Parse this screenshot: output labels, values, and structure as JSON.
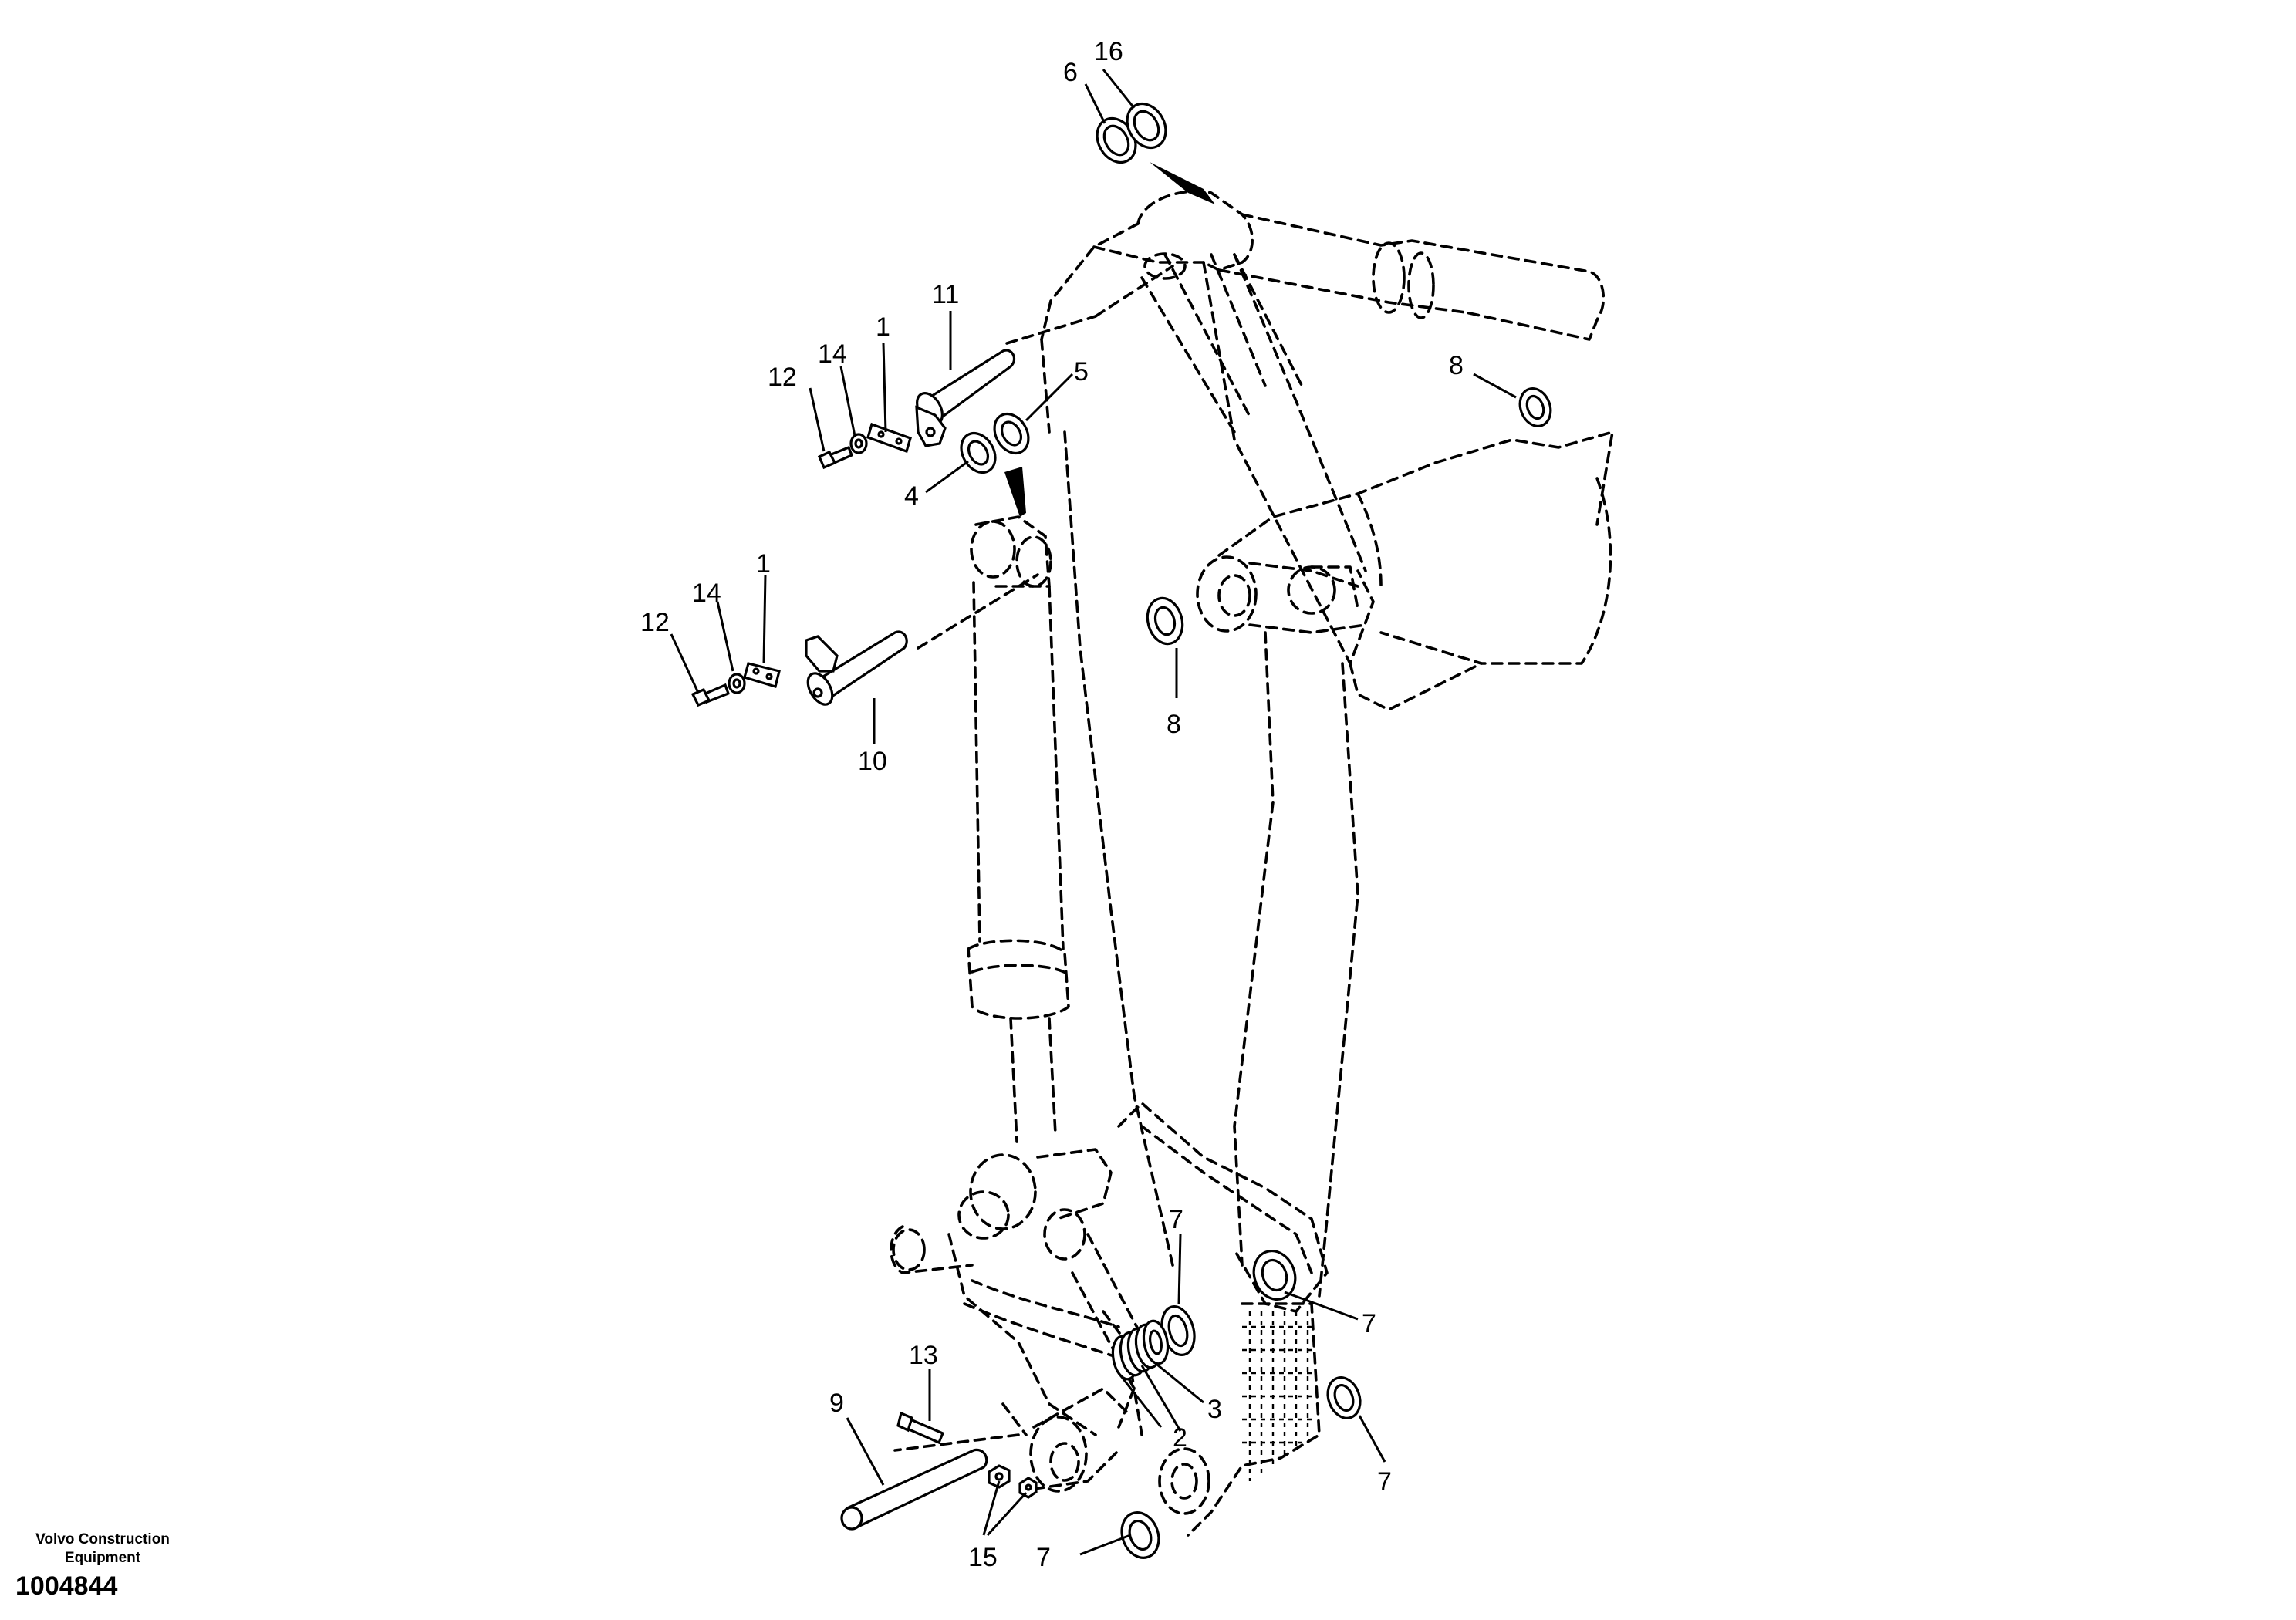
{
  "callouts": {
    "c1a": "1",
    "c1b": "1",
    "c2": "2",
    "c3": "3",
    "c4": "4",
    "c5": "5",
    "c6": "6",
    "c7a": "7",
    "c7b": "7",
    "c7c": "7",
    "c7d": "7",
    "c8a": "8",
    "c8b": "8",
    "c9": "9",
    "c10": "10",
    "c11": "11",
    "c12a": "12",
    "c12b": "12",
    "c13": "13",
    "c14a": "14",
    "c14b": "14",
    "c15": "15",
    "c16": "16"
  },
  "footer": {
    "manufacturer_line1": "Volvo Construction",
    "manufacturer_line2": "Equipment",
    "drawing_number": "1004844"
  }
}
